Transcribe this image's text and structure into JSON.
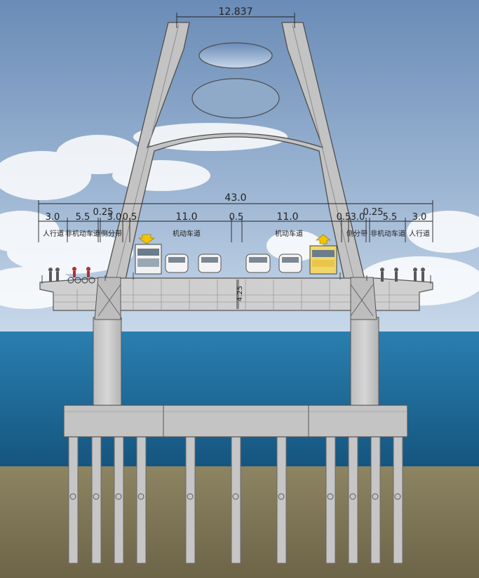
{
  "dimensions": {
    "tower_top_width": "12.837",
    "total_width": "43.0",
    "segments": [
      "3.0",
      "5.5",
      "0.25",
      "3.0",
      "0.5",
      "11.0",
      "0.5",
      "11.0",
      "0.5",
      "3.0",
      "0.25",
      "5.5",
      "3.0"
    ],
    "deck_depth": "4.25"
  },
  "lanes": {
    "left_sidewalk": "人行道",
    "left_bike": "非机动车道",
    "left_median": "侧分带",
    "left_motor": "机动车道",
    "right_motor": "机动车道",
    "right_median": "侧分带",
    "right_bike": "非机动车道",
    "right_sidewalk": "人行道"
  },
  "colors": {
    "sky_top": "#6f8fb8",
    "sky_bottom": "#c9d9ea",
    "sea": "#1f6f9e",
    "soil": "#8a8060",
    "concrete": "#c9c9c9",
    "concrete_edge": "#555555",
    "arrow": "#f2c500"
  }
}
